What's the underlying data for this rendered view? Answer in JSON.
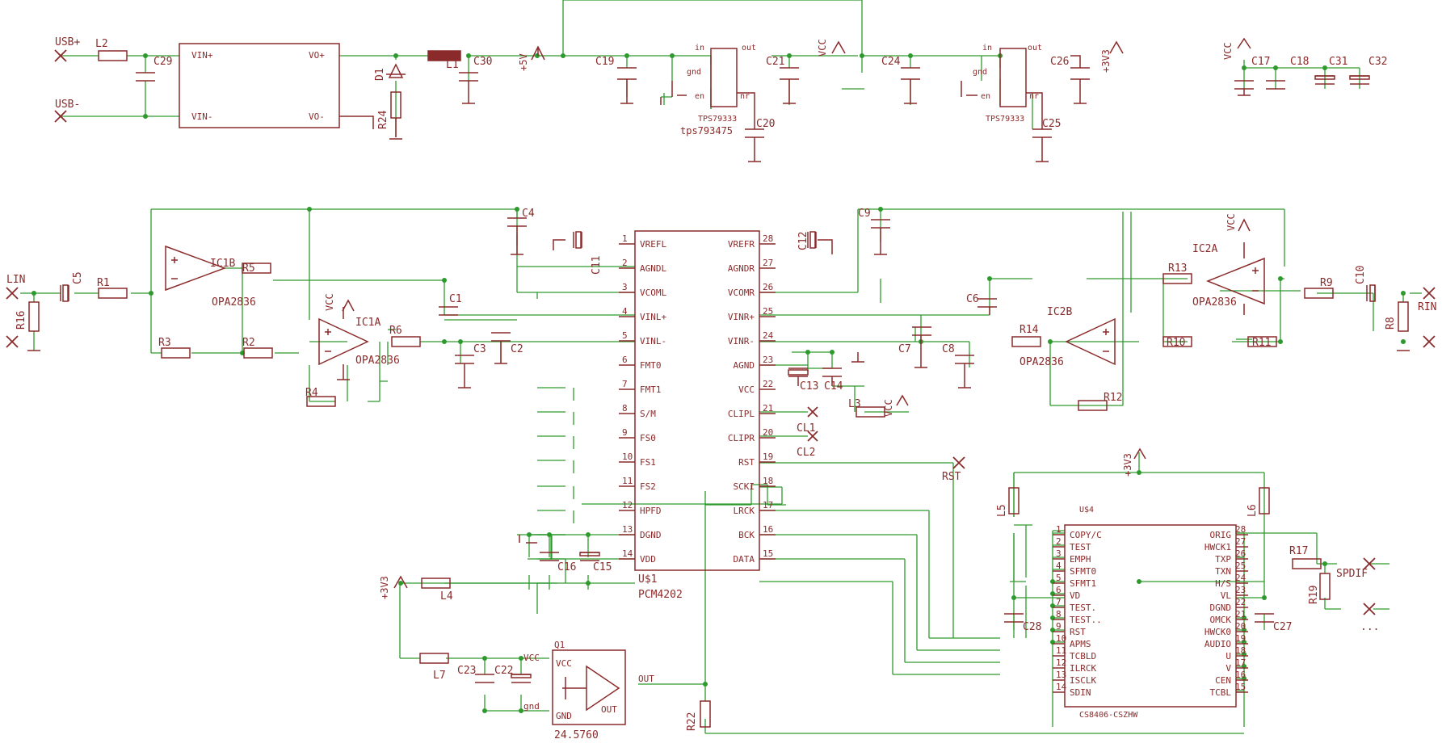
{
  "labels": {
    "usb_plus": "USB+",
    "usb_minus": "USB-",
    "l2": "L2",
    "c29": "C29",
    "vin_plus": "VIN+",
    "vin_minus": "VIN-",
    "vo_plus": "VO+",
    "vo_minus": "VO-",
    "d1": "D1",
    "r24": "R24",
    "l1": "L1",
    "c30": "C30",
    "plus5v": "+5V",
    "c19": "C19",
    "in": "in",
    "out": "out",
    "gnd": "gnd",
    "en": "en",
    "nr": "nr",
    "reg1_top": "TPS79333",
    "reg1_bot": "tps793475",
    "c20": "C20",
    "c21": "C21",
    "vcc": "VCC",
    "c24": "C24",
    "reg2": "TPS79333",
    "c25": "C25",
    "c26": "C26",
    "plus3v3": "+3V3",
    "c17": "C17",
    "c18": "C18",
    "c31": "C31",
    "c32": "C32",
    "lin": "LIN",
    "c5": "C5",
    "r1": "R1",
    "r16": "R16",
    "r3": "R3",
    "r2": "R2",
    "r5": "R5",
    "ic1b": "IC1B",
    "ic1a": "IC1A",
    "opa": "OPA2836",
    "r6": "R6",
    "r4": "R4",
    "c1": "C1",
    "c3": "C3",
    "c2": "C2",
    "c4": "C4",
    "c11": "C11",
    "c12": "C12",
    "c9": "C9",
    "c6": "C6",
    "c7": "C7",
    "c8": "C8",
    "r14": "R14",
    "ic2b": "IC2B",
    "ic2a": "IC2A",
    "r13": "R13",
    "r12": "R12",
    "r10": "R10",
    "r11": "R11",
    "r9": "R9",
    "c10": "C10",
    "r8": "R8",
    "rin": "RIN",
    "c13": "C13",
    "c14": "C14",
    "l3": "L3",
    "cl1": "CL1",
    "cl2": "CL2",
    "rst": "RST",
    "c16": "C16",
    "c15": "C15",
    "u1": "U$1",
    "pcm": "PCM4202",
    "l4": "L4",
    "l7": "L7",
    "c23": "C23",
    "c22": "C22",
    "q1": "Q1",
    "q1_vcc": "VCC",
    "q1_gnd": "GND",
    "q1_out": "OUT",
    "q1_val": "24.5760",
    "osc_out": "OUT",
    "r22": "R22",
    "l5": "L5",
    "l6": "L6",
    "u4": "U$4",
    "c28": "C28",
    "c27": "C27",
    "r17": "R17",
    "r19": "R19",
    "spdif": "SPDIF",
    "cs": "CS8406-CSZHW",
    "dots": "..."
  },
  "pcm_left": [
    [
      "1",
      "VREFL"
    ],
    [
      "2",
      "AGNDL"
    ],
    [
      "3",
      "VCOML"
    ],
    [
      "4",
      "VINL+"
    ],
    [
      "5",
      "VINL-"
    ],
    [
      "6",
      "FMT0"
    ],
    [
      "7",
      "FMT1"
    ],
    [
      "8",
      "S/M"
    ],
    [
      "9",
      "FS0"
    ],
    [
      "10",
      "FS1"
    ],
    [
      "11",
      "FS2"
    ],
    [
      "12",
      "HPFD"
    ],
    [
      "13",
      "DGND"
    ],
    [
      "14",
      "VDD"
    ]
  ],
  "pcm_right": [
    [
      "28",
      "VREFR"
    ],
    [
      "27",
      "AGNDR"
    ],
    [
      "26",
      "VCOMR"
    ],
    [
      "25",
      "VINR+"
    ],
    [
      "24",
      "VINR-"
    ],
    [
      "23",
      "AGND"
    ],
    [
      "22",
      "VCC"
    ],
    [
      "21",
      "CLIPL"
    ],
    [
      "20",
      "CLIPR"
    ],
    [
      "19",
      "RST"
    ],
    [
      "18",
      "SCKI"
    ],
    [
      "17",
      "LRCK"
    ],
    [
      "16",
      "BCK"
    ],
    [
      "15",
      "DATA"
    ]
  ],
  "cs_left": [
    [
      "1",
      "COPY/C"
    ],
    [
      "2",
      "TEST"
    ],
    [
      "3",
      "EMPH"
    ],
    [
      "4",
      "SFMT0"
    ],
    [
      "5",
      "SFMT1"
    ],
    [
      "6",
      "VD"
    ],
    [
      "7",
      "TEST."
    ],
    [
      "8",
      "TEST.."
    ],
    [
      "9",
      "RST"
    ],
    [
      "10",
      "APMS"
    ],
    [
      "11",
      "TCBLD"
    ],
    [
      "12",
      "ILRCK"
    ],
    [
      "13",
      "ISCLK"
    ],
    [
      "14",
      "SDIN"
    ]
  ],
  "cs_right": [
    [
      "28",
      "ORIG"
    ],
    [
      "27",
      "HWCK1"
    ],
    [
      "26",
      "TXP"
    ],
    [
      "25",
      "TXN"
    ],
    [
      "24",
      "H/S"
    ],
    [
      "23",
      "VL"
    ],
    [
      "22",
      "DGND"
    ],
    [
      "21",
      "OMCK"
    ],
    [
      "20",
      "HWCK0"
    ],
    [
      "19",
      "AUDIO"
    ],
    [
      "18",
      "U"
    ],
    [
      "17",
      "V"
    ],
    [
      "16",
      "CEN"
    ],
    [
      "15",
      "TCBL"
    ]
  ]
}
